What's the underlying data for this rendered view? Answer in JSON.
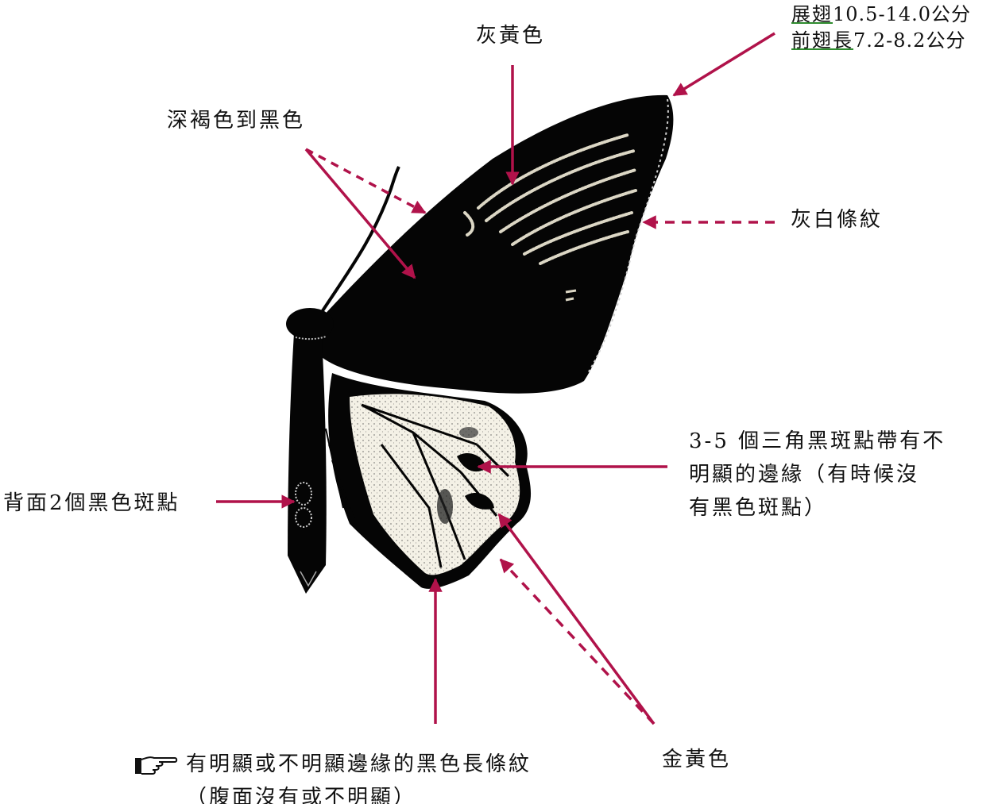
{
  "labels": {
    "wingspan_prefix": "展翅",
    "wingspan_value": "10.5-14.0公分",
    "forewing_prefix": "前翅長",
    "forewing_value": "7.2-8.2公分",
    "grey_yellow": "灰黃色",
    "dark_brown_black": "深褐色到黑色",
    "grey_white_stripes": "灰白條紋",
    "triangle_spots_line1": "3-5 個三角黑斑點帶有不",
    "triangle_spots_line2": "明顯的邊緣（有時候沒",
    "triangle_spots_line3": "有黑色斑點）",
    "back_spots": "背面2個黑色斑點",
    "black_stripes_line1": "有明顯或不明顯邊緣的黑色長條紋",
    "black_stripes_line2": "（腹面沒有或不明顯）",
    "golden_yellow": "金黃色"
  },
  "colors": {
    "arrow": "#b0124a",
    "wing": "#050505",
    "hindwing_pale": "#f4f1e6",
    "underline": "#2e8b2e"
  }
}
